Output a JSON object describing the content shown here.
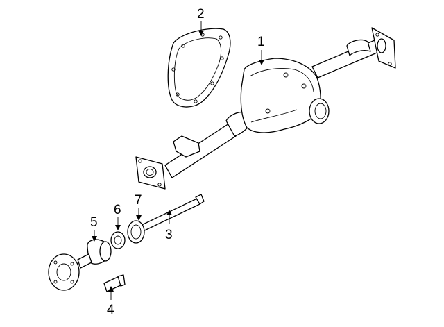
{
  "callouts": [
    {
      "id": "1",
      "label": "1"
    },
    {
      "id": "2",
      "label": "2"
    },
    {
      "id": "3",
      "label": "3"
    },
    {
      "id": "4",
      "label": "4"
    },
    {
      "id": "5",
      "label": "5"
    },
    {
      "id": "6",
      "label": "6"
    },
    {
      "id": "7",
      "label": "7"
    }
  ],
  "parts": [
    {
      "callout": "1",
      "part": "axle-housing-assembly"
    },
    {
      "callout": "2",
      "part": "differential-cover"
    },
    {
      "callout": "3",
      "part": "axle-shaft"
    },
    {
      "callout": "4",
      "part": "wheel-stud"
    },
    {
      "callout": "5",
      "part": "axle-bearing"
    },
    {
      "callout": "6",
      "part": "retainer-ring"
    },
    {
      "callout": "7",
      "part": "axle-seal"
    }
  ]
}
